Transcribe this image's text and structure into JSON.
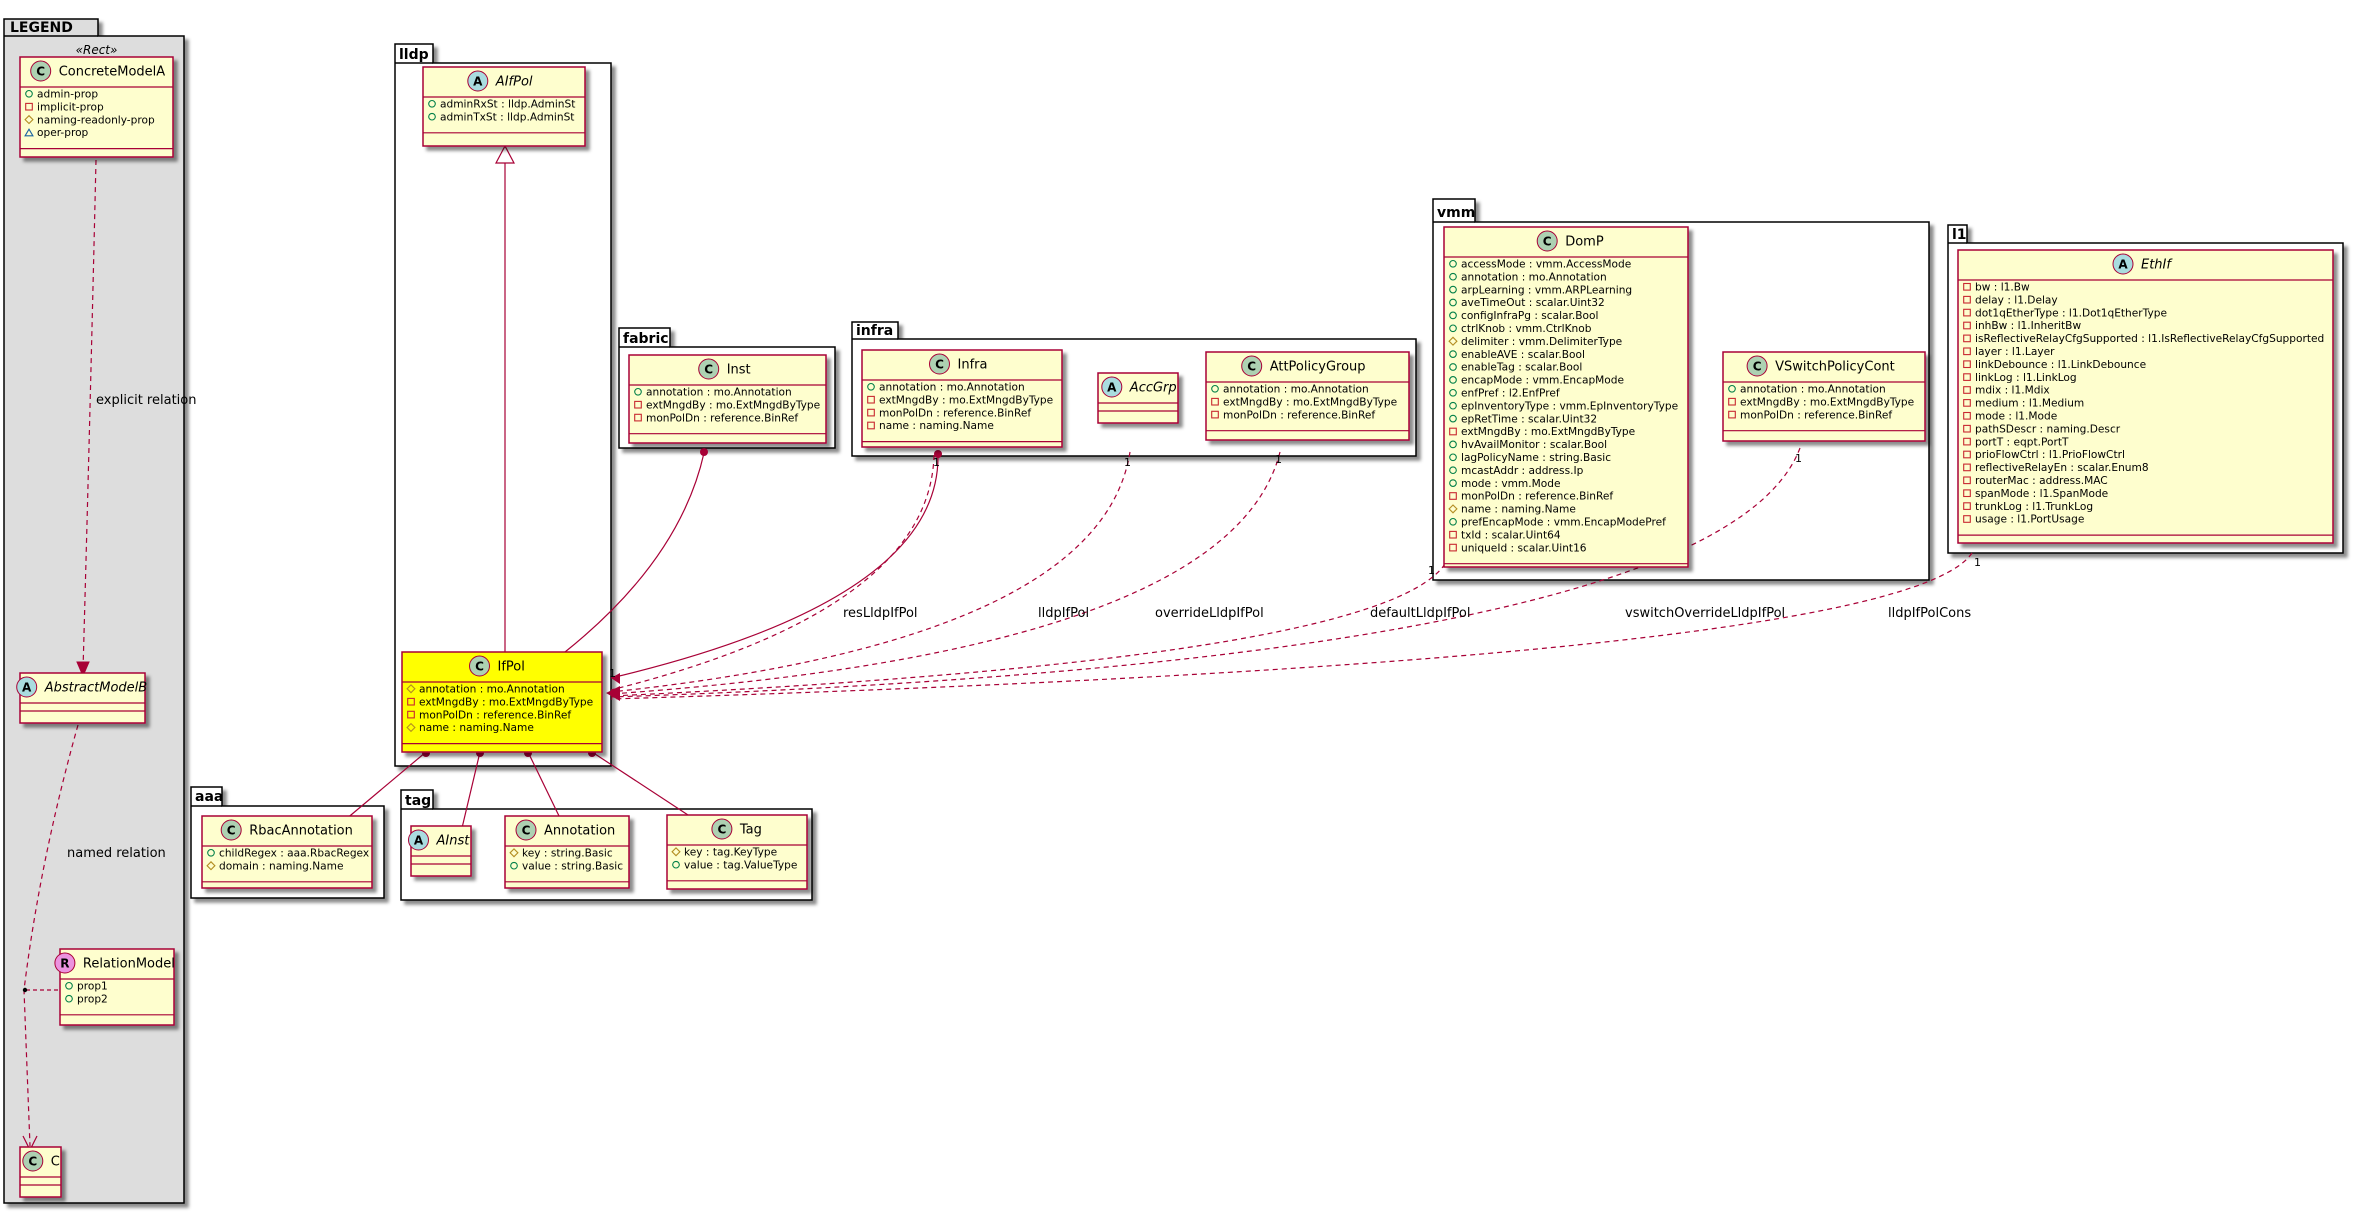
{
  "packages": {
    "legend": "LEGEND",
    "lldp": "lldp",
    "fabric": "fabric",
    "infra": "infra",
    "vmm": "vmm",
    "l1": "l1",
    "aaa": "aaa",
    "tag": "tag"
  },
  "classes": {
    "concreteModelA": {
      "kind": "C",
      "name": "ConcreteModelA",
      "stereotype": "«Rect»",
      "attrs": [
        {
          "vis": "public",
          "text": "admin-prop"
        },
        {
          "vis": "private",
          "text": "implicit-prop"
        },
        {
          "vis": "protected",
          "text": "naming-readonly-prop"
        },
        {
          "vis": "package",
          "text": "oper-prop"
        }
      ]
    },
    "abstractModelB": {
      "kind": "A",
      "name": "AbstractModelB",
      "attrs": []
    },
    "relationModel": {
      "kind": "R",
      "name": "RelationModel",
      "attrs": [
        {
          "vis": "public",
          "text": "prop1"
        },
        {
          "vis": "public",
          "text": "prop2"
        }
      ]
    },
    "c": {
      "kind": "C",
      "name": "C",
      "attrs": []
    },
    "aIfPol": {
      "kind": "A",
      "name": "AIfPol",
      "attrs": [
        {
          "vis": "public",
          "text": "adminRxSt : lldp.AdminSt"
        },
        {
          "vis": "public",
          "text": "adminTxSt : lldp.AdminSt"
        }
      ]
    },
    "ifPol": {
      "kind": "C",
      "name": "IfPol",
      "attrs": [
        {
          "vis": "protected",
          "text": "annotation : mo.Annotation"
        },
        {
          "vis": "private",
          "text": "extMngdBy : mo.ExtMngdByType"
        },
        {
          "vis": "private",
          "text": "monPolDn : reference.BinRef"
        },
        {
          "vis": "protected",
          "text": "name : naming.Name"
        }
      ]
    },
    "inst": {
      "kind": "C",
      "name": "Inst",
      "attrs": [
        {
          "vis": "public",
          "text": "annotation : mo.Annotation"
        },
        {
          "vis": "private",
          "text": "extMngdBy : mo.ExtMngdByType"
        },
        {
          "vis": "private",
          "text": "monPolDn : reference.BinRef"
        }
      ]
    },
    "infra": {
      "kind": "C",
      "name": "Infra",
      "attrs": [
        {
          "vis": "public",
          "text": "annotation : mo.Annotation"
        },
        {
          "vis": "private",
          "text": "extMngdBy : mo.ExtMngdByType"
        },
        {
          "vis": "private",
          "text": "monPolDn : reference.BinRef"
        },
        {
          "vis": "private",
          "text": "name : naming.Name"
        }
      ]
    },
    "accGrp": {
      "kind": "A",
      "name": "AccGrp",
      "attrs": []
    },
    "attPolicyGroup": {
      "kind": "C",
      "name": "AttPolicyGroup",
      "attrs": [
        {
          "vis": "public",
          "text": "annotation : mo.Annotation"
        },
        {
          "vis": "private",
          "text": "extMngdBy : mo.ExtMngdByType"
        },
        {
          "vis": "private",
          "text": "monPolDn : reference.BinRef"
        }
      ]
    },
    "domP": {
      "kind": "C",
      "name": "DomP",
      "attrs": [
        {
          "vis": "public",
          "text": "accessMode : vmm.AccessMode"
        },
        {
          "vis": "public",
          "text": "annotation : mo.Annotation"
        },
        {
          "vis": "public",
          "text": "arpLearning : vmm.ARPLearning"
        },
        {
          "vis": "public",
          "text": "aveTimeOut : scalar.Uint32"
        },
        {
          "vis": "public",
          "text": "configInfraPg : scalar.Bool"
        },
        {
          "vis": "public",
          "text": "ctrlKnob : vmm.CtrlKnob"
        },
        {
          "vis": "protected",
          "text": "delimiter : vmm.DelimiterType"
        },
        {
          "vis": "public",
          "text": "enableAVE : scalar.Bool"
        },
        {
          "vis": "public",
          "text": "enableTag : scalar.Bool"
        },
        {
          "vis": "public",
          "text": "encapMode : vmm.EncapMode"
        },
        {
          "vis": "public",
          "text": "enfPref : l2.EnfPref"
        },
        {
          "vis": "public",
          "text": "epInventoryType : vmm.EpInventoryType"
        },
        {
          "vis": "public",
          "text": "epRetTime : scalar.Uint32"
        },
        {
          "vis": "private",
          "text": "extMngdBy : mo.ExtMngdByType"
        },
        {
          "vis": "public",
          "text": "hvAvailMonitor : scalar.Bool"
        },
        {
          "vis": "public",
          "text": "lagPolicyName : string.Basic"
        },
        {
          "vis": "public",
          "text": "mcastAddr : address.Ip"
        },
        {
          "vis": "public",
          "text": "mode : vmm.Mode"
        },
        {
          "vis": "private",
          "text": "monPolDn : reference.BinRef"
        },
        {
          "vis": "protected",
          "text": "name : naming.Name"
        },
        {
          "vis": "public",
          "text": "prefEncapMode : vmm.EncapModePref"
        },
        {
          "vis": "private",
          "text": "txId : scalar.Uint64"
        },
        {
          "vis": "private",
          "text": "uniqueId : scalar.Uint16"
        }
      ]
    },
    "vSwitchPolicyCont": {
      "kind": "C",
      "name": "VSwitchPolicyCont",
      "attrs": [
        {
          "vis": "public",
          "text": "annotation : mo.Annotation"
        },
        {
          "vis": "private",
          "text": "extMngdBy : mo.ExtMngdByType"
        },
        {
          "vis": "private",
          "text": "monPolDn : reference.BinRef"
        }
      ]
    },
    "ethIf": {
      "kind": "A",
      "name": "EthIf",
      "attrs": [
        {
          "vis": "private",
          "text": "bw : l1.Bw"
        },
        {
          "vis": "private",
          "text": "delay : l1.Delay"
        },
        {
          "vis": "private",
          "text": "dot1qEtherType : l1.Dot1qEtherType"
        },
        {
          "vis": "private",
          "text": "inhBw : l1.InheritBw"
        },
        {
          "vis": "private",
          "text": "isReflectiveRelayCfgSupported : l1.IsReflectiveRelayCfgSupported"
        },
        {
          "vis": "private",
          "text": "layer : l1.Layer"
        },
        {
          "vis": "private",
          "text": "linkDebounce : l1.LinkDebounce"
        },
        {
          "vis": "private",
          "text": "linkLog : l1.LinkLog"
        },
        {
          "vis": "private",
          "text": "mdix : l1.Mdix"
        },
        {
          "vis": "private",
          "text": "medium : l1.Medium"
        },
        {
          "vis": "private",
          "text": "mode : l1.Mode"
        },
        {
          "vis": "private",
          "text": "pathSDescr : naming.Descr"
        },
        {
          "vis": "private",
          "text": "portT : eqpt.PortT"
        },
        {
          "vis": "private",
          "text": "prioFlowCtrl : l1.PrioFlowCtrl"
        },
        {
          "vis": "private",
          "text": "reflectiveRelayEn : scalar.Enum8"
        },
        {
          "vis": "private",
          "text": "routerMac : address.MAC"
        },
        {
          "vis": "private",
          "text": "spanMode : l1.SpanMode"
        },
        {
          "vis": "private",
          "text": "trunkLog : l1.TrunkLog"
        },
        {
          "vis": "private",
          "text": "usage : l1.PortUsage"
        }
      ]
    },
    "rbacAnnotation": {
      "kind": "C",
      "name": "RbacAnnotation",
      "attrs": [
        {
          "vis": "public",
          "text": "childRegex : aaa.RbacRegex"
        },
        {
          "vis": "protected",
          "text": "domain : naming.Name"
        }
      ]
    },
    "aInst": {
      "kind": "A",
      "name": "AInst",
      "attrs": []
    },
    "annotation": {
      "kind": "C",
      "name": "Annotation",
      "attrs": [
        {
          "vis": "protected",
          "text": "key : string.Basic"
        },
        {
          "vis": "public",
          "text": "value : string.Basic"
        }
      ]
    },
    "tag": {
      "kind": "C",
      "name": "Tag",
      "attrs": [
        {
          "vis": "protected",
          "text": "key : tag.KeyType"
        },
        {
          "vis": "public",
          "text": "value : tag.ValueType"
        }
      ]
    }
  },
  "relations": {
    "explicit": "explicit relation",
    "named": "named relation",
    "resLldpIfPol": "resLldpIfPol",
    "lldpIfPol": "lldpIfPol",
    "overrideLldpIfPol": "overrideLldpIfPol",
    "defaultLldpIfPol": "defaultLldpIfPol",
    "vswitchOverrideLldpIfPol": "vswitchOverrideLldpIfPol",
    "lldpIfPolCons": "lldpIfPolCons"
  },
  "multiplicity": "1",
  "colors": {
    "classFill": "#FEFECE",
    "classBorder": "#A80036",
    "highlightFill": "#FFFF00",
    "classCircle": "#ADD1B2",
    "abstractCircle": "#A9DCDF",
    "relationCircle": "#EB93DF",
    "legendFill": "#DDDDDD",
    "relationLine": "#A80036"
  },
  "icons": {
    "class": "class-circle-icon",
    "abstract": "abstract-circle-icon",
    "relation": "relation-circle-icon"
  }
}
